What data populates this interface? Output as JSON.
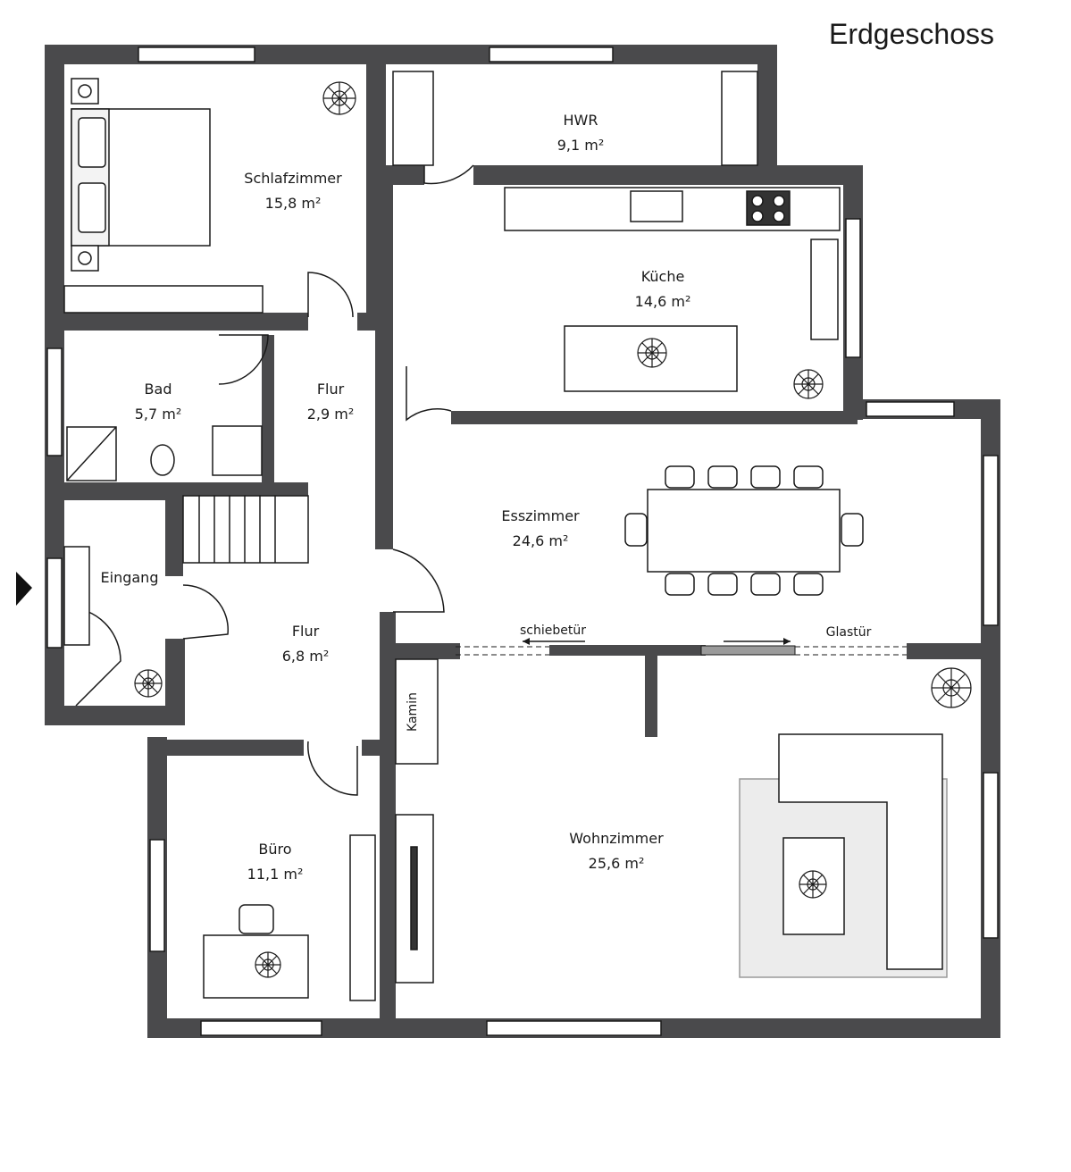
{
  "title": "Erdgeschoss",
  "rooms": {
    "schlafzimmer": {
      "name": "Schlafzimmer",
      "area": "15,8 m²"
    },
    "hwr": {
      "name": "HWR",
      "area": "9,1 m²"
    },
    "kueche": {
      "name": "Küche",
      "area": "14,6 m²"
    },
    "bad": {
      "name": "Bad",
      "area": "5,7 m²"
    },
    "flur_oben": {
      "name": "Flur",
      "area": "2,9 m²"
    },
    "esszimmer": {
      "name": "Esszimmer",
      "area": "24,6 m²"
    },
    "eingang": {
      "name": "Eingang",
      "area": ""
    },
    "flur_unten": {
      "name": "Flur",
      "area": "6,8 m²"
    },
    "buero": {
      "name": "Büro",
      "area": "11,1 m²"
    },
    "wohnzimmer": {
      "name": "Wohnzimmer",
      "area": "25,6 m²"
    }
  },
  "labels": {
    "kamin": "Kamin",
    "schiebetuer": "schiebetür",
    "glastuer": "Glastür"
  },
  "colors": {
    "wall": "#4a4a4c",
    "line": "#1a1a1a",
    "rug": "#ececec"
  }
}
